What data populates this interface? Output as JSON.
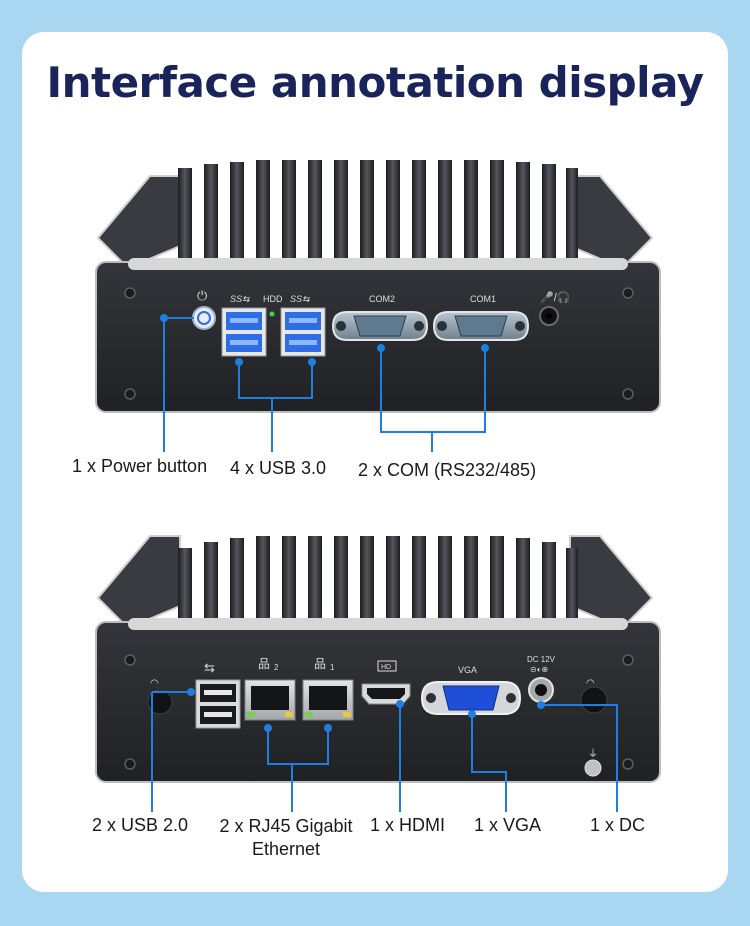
{
  "title": "Interface annotation display",
  "top_panel": {
    "port_text": {
      "hdd": "HDD",
      "com2": "COM2",
      "com1": "COM1"
    },
    "labels": {
      "power": "1 x Power button",
      "usb3": "4 x USB 3.0",
      "com": "2 x COM (RS232/485)"
    }
  },
  "bottom_panel": {
    "port_text": {
      "lan2": "2",
      "lan1": "1",
      "vga": "VGA",
      "dc": "DC 12V"
    },
    "labels": {
      "usb2": "2 x USB 2.0",
      "rj45_line1": "2 x RJ45 Gigabit",
      "rj45_line2": "Ethernet",
      "hdmi": "1 x HDMI",
      "vga": "1 x VGA",
      "dc": "1 x DC"
    }
  },
  "colors": {
    "background": "#a9d6f0",
    "card": "#ffffff",
    "title": "#18245a",
    "callout_line": "#1e7fe0",
    "usb3_port": "#2d6ee6",
    "vga_port": "#1f4fd6",
    "chassis": "#2a2b2e"
  }
}
